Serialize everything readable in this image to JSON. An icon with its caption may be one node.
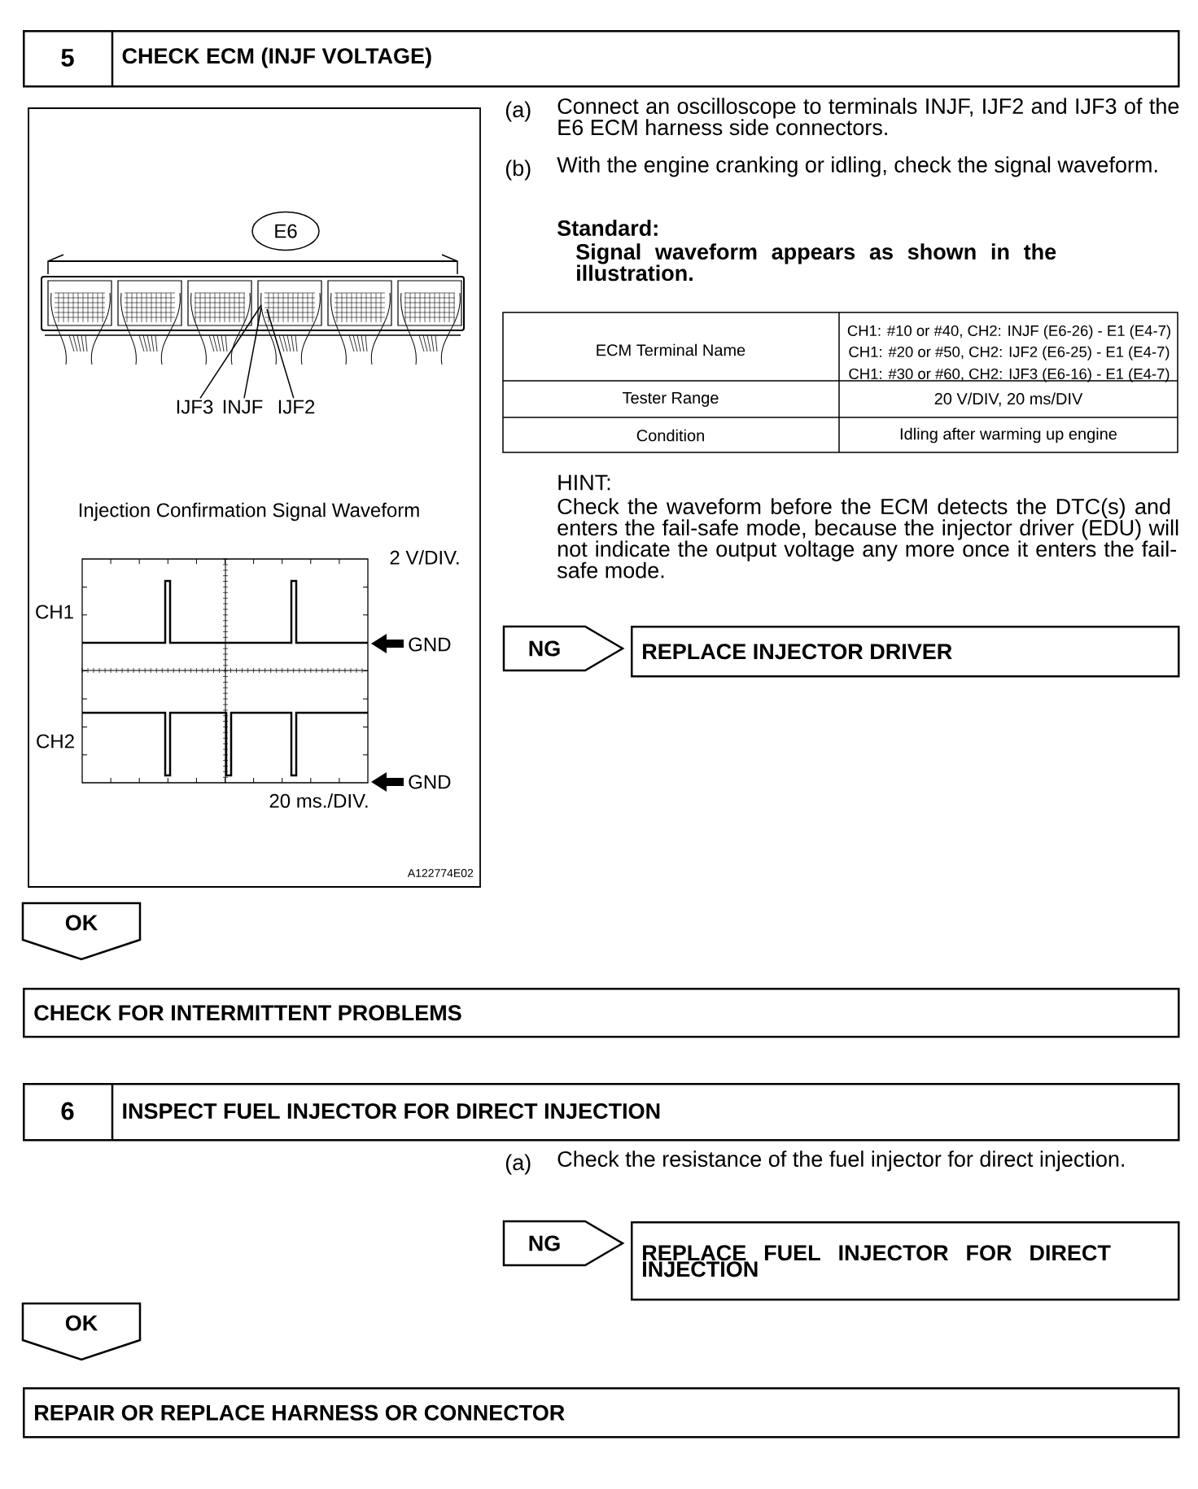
{
  "diagram": {
    "nodes": [
      {
        "text": [
          "5",
          "CHECK ECM (INJF VOLTAGE)"
        ]
      },
      {
        "text": [
          "E6"
        ]
      },
      {
        "text": [
          "IJF3"
        ]
      },
      {
        "text": [
          "INJF"
        ]
      },
      {
        "text": [
          "IJF2"
        ]
      },
      {
        "text": [
          "NG"
        ]
      },
      {
        "text": [
          "REPLACE INJECTOR DRIVER"
        ]
      },
      {
        "text": [
          "OK"
        ]
      },
      {
        "text": [
          "CHECK FOR INTERMITTENT PROBLEMS"
        ]
      },
      {
        "text": [
          "6",
          "INSPECT FUEL INJECTOR FOR DIRECT INJECTION"
        ]
      },
      {
        "text": [
          "NG"
        ]
      },
      {
        "text": [
          "REPLACE FUEL INJECTOR FOR DIRECT INJECTION"
        ]
      },
      {
        "text": [
          "OK"
        ]
      },
      {
        "text": [
          "REPAIR OR REPLACE HARNESS OR CONNECTOR"
        ]
      }
    ],
    "edges": [
      {
        "from": 2,
        "to": null,
        "arrow": "none"
      },
      {
        "from": 3,
        "to": null,
        "arrow": "none"
      },
      {
        "from": 4,
        "to": null,
        "arrow": "none"
      }
    ],
    "labels": [
      "(a)",
      "Connect an oscilloscope to terminals INJF, IJF2 and IJF3 of the E6 ECM harness side connectors.",
      "(b)",
      "With the engine cranking or idling, check the signal waveform.",
      "Standard:",
      "Signal waveform appears as shown in the illustration.",
      "ECM Terminal Name",
      "CH1: #10 or #40, CH2: INJF (E6-26) - E1 (E4-7)",
      "CH1: #20 or #50, CH2: IJF2 (E6-25) - E1 (E4-7)",
      "CH1: #30 or #60, CH2: IJF3 (E6-16) - E1 (E4-7)",
      "Tester Range",
      "20 V/DIV, 20 ms/DIV",
      "Condition",
      "Idling after warming up engine",
      "HINT:",
      "Check the waveform before the ECM detects the DTC(s) and enters the fail-safe mode, because the injector driver (EDU) will not indicate the output voltage any more once it enters the fail-safe mode.",
      "Injection Confirmation Signal Waveform",
      "2 V/DIV.",
      "CH1",
      "GND",
      "CH2",
      "GND",
      "20 ms./DIV.",
      "A122774E02",
      "(a)",
      "Check the resistance of the fuel injector for direct injection."
    ]
  }
}
